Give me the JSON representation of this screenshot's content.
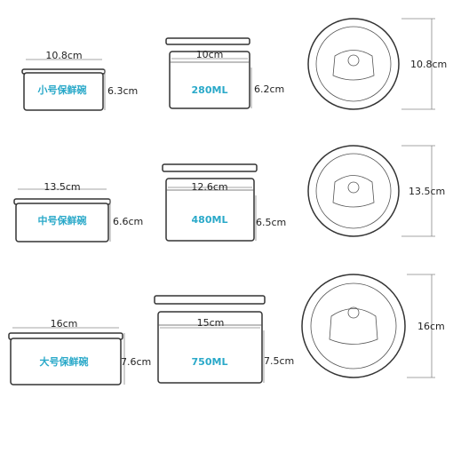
{
  "colors": {
    "outline": "#333333",
    "dimension_line": "#888888",
    "label_text": "#222222",
    "accent": "#2aa9c9"
  },
  "rows": [
    {
      "bowl": {
        "width": "10.8cm",
        "height": "6.3cm",
        "name": "小号保鲜碗"
      },
      "container": {
        "width": "10cm",
        "height": "6.2cm",
        "capacity": "280ML"
      },
      "lid": {
        "diameter": "10.8cm"
      }
    },
    {
      "bowl": {
        "width": "13.5cm",
        "height": "6.6cm",
        "name": "中号保鲜碗"
      },
      "container": {
        "width": "12.6cm",
        "height": "6.5cm",
        "capacity": "480ML"
      },
      "lid": {
        "diameter": "13.5cm"
      }
    },
    {
      "bowl": {
        "width": "16cm",
        "height": "7.6cm",
        "name": "大号保鲜碗"
      },
      "container": {
        "width": "15cm",
        "height": "7.5cm",
        "capacity": "750ML"
      },
      "lid": {
        "diameter": "16cm"
      }
    }
  ]
}
